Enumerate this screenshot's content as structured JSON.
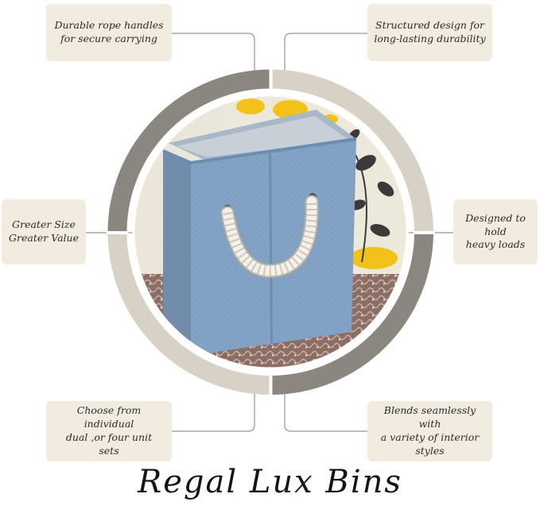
{
  "callouts": {
    "top_left": "Durable rope handles\nfor secure carrying",
    "top_right": "Structured design for\nlong-lasting durability",
    "mid_left": "Greater Size\nGreater Value",
    "mid_right": "Designed to hold\nheavy loads",
    "bottom_left": "Choose from individual\ndual ,or four unit\nsets",
    "bottom_right": "Blends seamlessly with\na variety of interior\nstyles"
  },
  "title": "Regal Lux Bins",
  "colors": {
    "callout_bg": "#f1ebe0",
    "ring_gray": "#8a8680",
    "ring_beige": "#d8d2c6",
    "bin_blue": "#7f9fc2",
    "rope": "#f4f1ea"
  }
}
